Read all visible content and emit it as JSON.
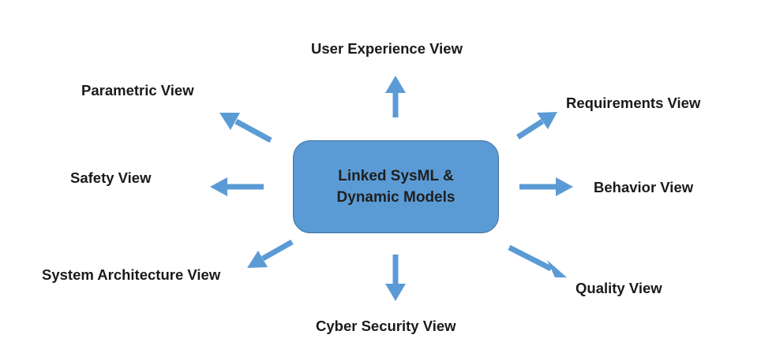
{
  "center": {
    "line1": "Linked SysML &",
    "line2": "Dynamic Models"
  },
  "views": {
    "user_experience": "User Experience View",
    "parametric": "Parametric View",
    "requirements": "Requirements View",
    "safety": "Safety View",
    "behavior": "Behavior View",
    "system_architecture": "System Architecture View",
    "quality": "Quality View",
    "cyber_security": "Cyber Security View"
  },
  "colors": {
    "box_fill": "#5b9bd5",
    "box_border": "#41719c",
    "arrow": "#5b9bd5",
    "text": "#1a1a1a"
  }
}
